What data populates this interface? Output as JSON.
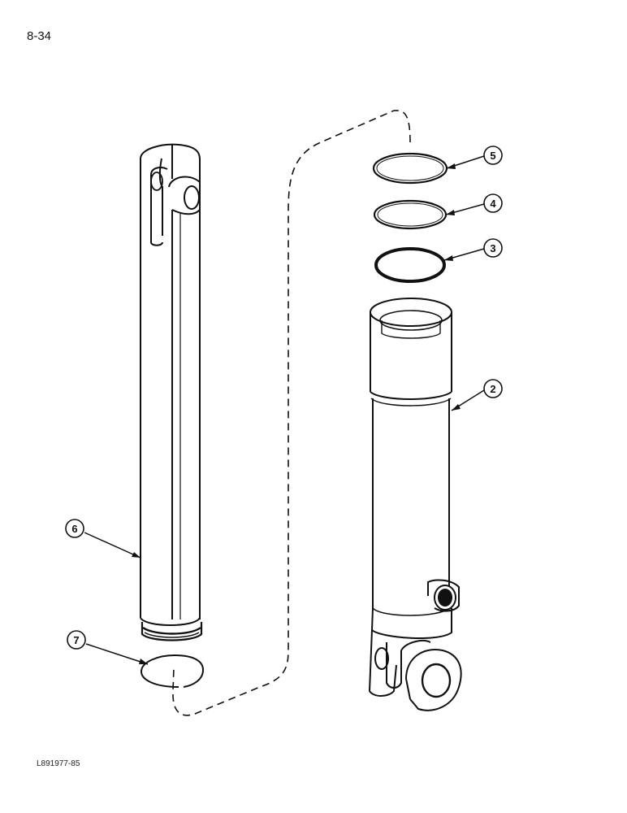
{
  "page": {
    "number": "8-34",
    "figure_code": "L891977-85"
  },
  "callouts": [
    "2",
    "3",
    "4",
    "5",
    "6",
    "7"
  ]
}
